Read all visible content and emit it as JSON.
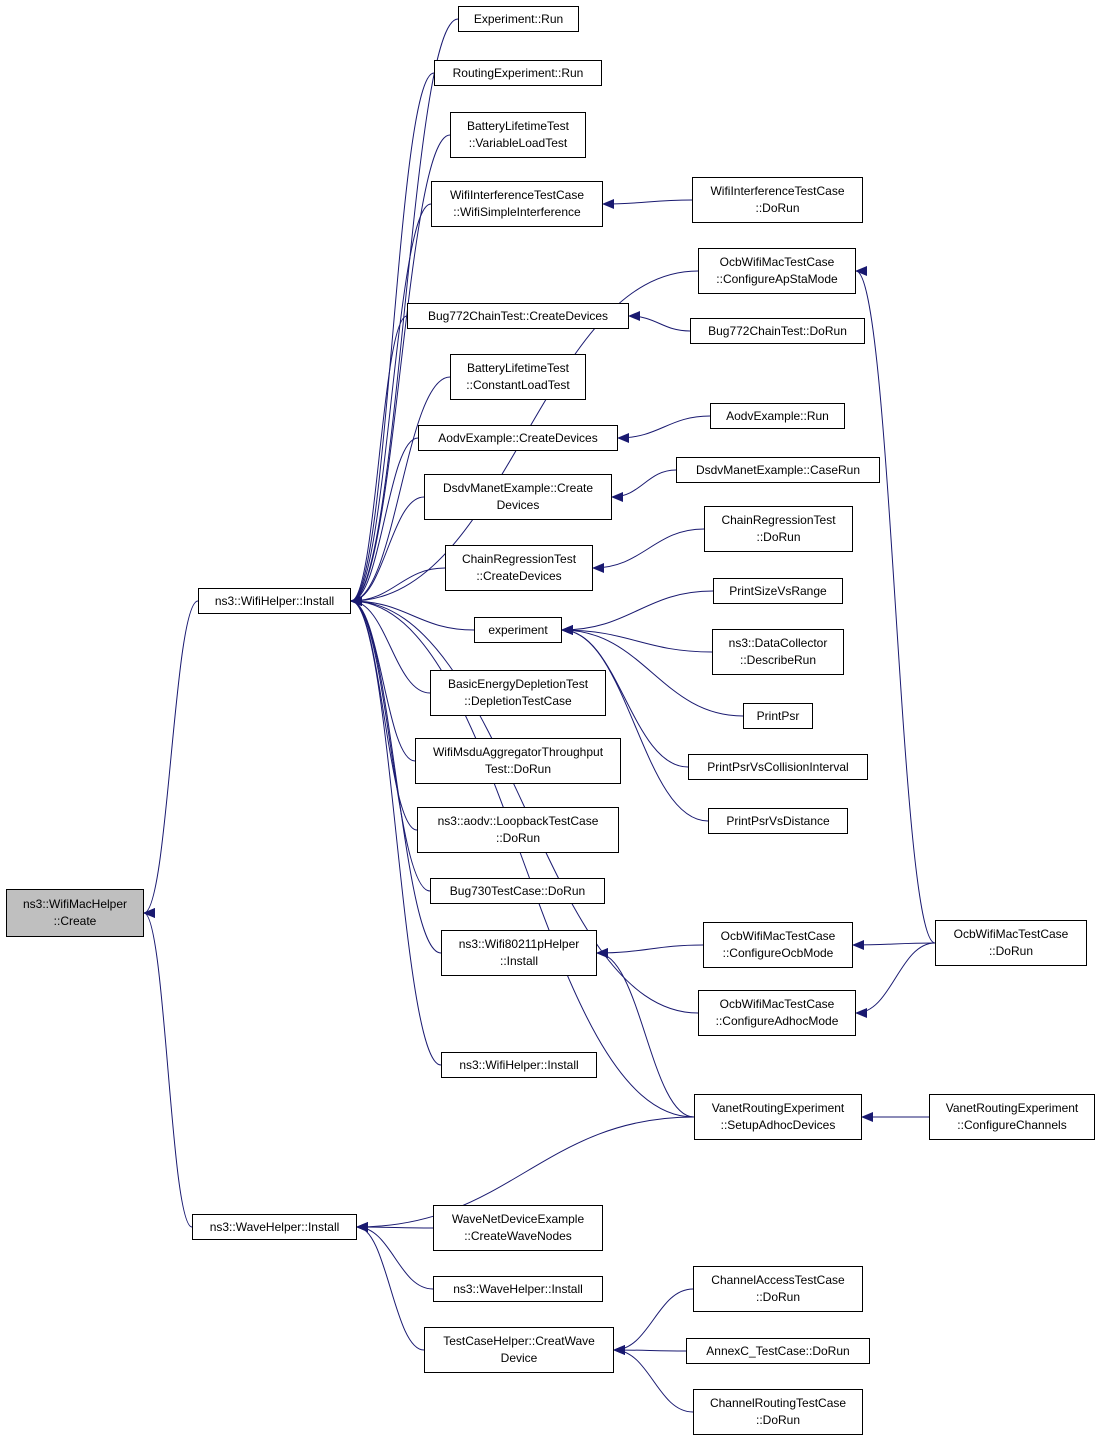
{
  "diagram": {
    "root": {
      "id": "root",
      "lines": [
        "ns3::WifiMacHelper",
        "::Create"
      ]
    },
    "nodes": [
      {
        "id": "wifihelper_install",
        "lines": [
          "ns3::WifiHelper::Install"
        ]
      },
      {
        "id": "wavehelper_install",
        "lines": [
          "ns3::WaveHelper::Install"
        ]
      },
      {
        "id": "experiment_run",
        "lines": [
          "Experiment::Run"
        ]
      },
      {
        "id": "routingexp_run",
        "lines": [
          "RoutingExperiment::Run"
        ]
      },
      {
        "id": "battery_variable",
        "lines": [
          "BatteryLifetimeTest",
          "::VariableLoadTest"
        ]
      },
      {
        "id": "wifiinterf_simple",
        "lines": [
          "WifiInterferenceTestCase",
          "::WifiSimpleInterference"
        ]
      },
      {
        "id": "wifiinterf_dorun",
        "lines": [
          "WifiInterferenceTestCase",
          "::DoRun"
        ]
      },
      {
        "id": "ocb_apsta",
        "lines": [
          "OcbWifiMacTestCase",
          "::ConfigureApStaMode"
        ]
      },
      {
        "id": "bug772_create",
        "lines": [
          "Bug772ChainTest::CreateDevices"
        ]
      },
      {
        "id": "bug772_dorun",
        "lines": [
          "Bug772ChainTest::DoRun"
        ]
      },
      {
        "id": "battery_constant",
        "lines": [
          "BatteryLifetimeTest",
          "::ConstantLoadTest"
        ]
      },
      {
        "id": "aodv_create",
        "lines": [
          "AodvExample::CreateDevices"
        ]
      },
      {
        "id": "aodv_run",
        "lines": [
          "AodvExample::Run"
        ]
      },
      {
        "id": "dsdv_create",
        "lines": [
          "DsdvManetExample::Create",
          "Devices"
        ]
      },
      {
        "id": "dsdv_caserun",
        "lines": [
          "DsdvManetExample::CaseRun"
        ]
      },
      {
        "id": "chain_create",
        "lines": [
          "ChainRegressionTest",
          "::CreateDevices"
        ]
      },
      {
        "id": "chain_dorun",
        "lines": [
          "ChainRegressionTest",
          "::DoRun"
        ]
      },
      {
        "id": "experiment",
        "lines": [
          "experiment"
        ]
      },
      {
        "id": "printsizevsrange",
        "lines": [
          "PrintSizeVsRange"
        ]
      },
      {
        "id": "datacollector",
        "lines": [
          "ns3::DataCollector",
          "::DescribeRun"
        ]
      },
      {
        "id": "printpsr",
        "lines": [
          "PrintPsr"
        ]
      },
      {
        "id": "printpsr_collision",
        "lines": [
          "PrintPsrVsCollisionInterval"
        ]
      },
      {
        "id": "printpsr_distance",
        "lines": [
          "PrintPsrVsDistance"
        ]
      },
      {
        "id": "basicenergy",
        "lines": [
          "BasicEnergyDepletionTest",
          "::DepletionTestCase"
        ]
      },
      {
        "id": "wifimsdu",
        "lines": [
          "WifiMsduAggregatorThroughput",
          "Test::DoRun"
        ]
      },
      {
        "id": "aodv_loopback",
        "lines": [
          "ns3::aodv::LoopbackTestCase",
          "::DoRun"
        ]
      },
      {
        "id": "bug730",
        "lines": [
          "Bug730TestCase::DoRun"
        ]
      },
      {
        "id": "wifi80211p",
        "lines": [
          "ns3::Wifi80211pHelper",
          "::Install"
        ]
      },
      {
        "id": "ocb_ocbmode",
        "lines": [
          "OcbWifiMacTestCase",
          "::ConfigureOcbMode"
        ]
      },
      {
        "id": "ocb_dorun",
        "lines": [
          "OcbWifiMacTestCase",
          "::DoRun"
        ]
      },
      {
        "id": "ocb_adhoc",
        "lines": [
          "OcbWifiMacTestCase",
          "::ConfigureAdhocMode"
        ]
      },
      {
        "id": "wifihelper_install2",
        "lines": [
          "ns3::WifiHelper::Install"
        ]
      },
      {
        "id": "vanet_setup",
        "lines": [
          "VanetRoutingExperiment",
          "::SetupAdhocDevices"
        ]
      },
      {
        "id": "vanet_configure",
        "lines": [
          "VanetRoutingExperiment",
          "::ConfigureChannels"
        ]
      },
      {
        "id": "wavenet_create",
        "lines": [
          "WaveNetDeviceExample",
          "::CreateWaveNodes"
        ]
      },
      {
        "id": "wavehelper_install2",
        "lines": [
          "ns3::WaveHelper::Install"
        ]
      },
      {
        "id": "testcase_creat",
        "lines": [
          "TestCaseHelper::CreatWave",
          "Device"
        ]
      },
      {
        "id": "channelaccess",
        "lines": [
          "ChannelAccessTestCase",
          "::DoRun"
        ]
      },
      {
        "id": "annexc",
        "lines": [
          "AnnexC_TestCase::DoRun"
        ]
      },
      {
        "id": "channelrouting",
        "lines": [
          "ChannelRoutingTestCase",
          "::DoRun"
        ]
      }
    ],
    "edges": [
      [
        "wifihelper_install",
        "root"
      ],
      [
        "wavehelper_install",
        "root"
      ],
      [
        "experiment_run",
        "wifihelper_install"
      ],
      [
        "routingexp_run",
        "wifihelper_install"
      ],
      [
        "battery_variable",
        "wifihelper_install"
      ],
      [
        "wifiinterf_simple",
        "wifihelper_install"
      ],
      [
        "ocb_apsta",
        "wifihelper_install"
      ],
      [
        "bug772_create",
        "wifihelper_install"
      ],
      [
        "battery_constant",
        "wifihelper_install"
      ],
      [
        "aodv_create",
        "wifihelper_install"
      ],
      [
        "dsdv_create",
        "wifihelper_install"
      ],
      [
        "chain_create",
        "wifihelper_install"
      ],
      [
        "experiment",
        "wifihelper_install"
      ],
      [
        "basicenergy",
        "wifihelper_install"
      ],
      [
        "wifimsdu",
        "wifihelper_install"
      ],
      [
        "aodv_loopback",
        "wifihelper_install"
      ],
      [
        "bug730",
        "wifihelper_install"
      ],
      [
        "wifi80211p",
        "wifihelper_install"
      ],
      [
        "ocb_adhoc",
        "wifihelper_install"
      ],
      [
        "wifihelper_install2",
        "wifihelper_install"
      ],
      [
        "vanet_setup",
        "wifihelper_install"
      ],
      [
        "wifiinterf_dorun",
        "wifiinterf_simple"
      ],
      [
        "ocb_dorun",
        "ocb_apsta"
      ],
      [
        "bug772_dorun",
        "bug772_create"
      ],
      [
        "aodv_run",
        "aodv_create"
      ],
      [
        "dsdv_caserun",
        "dsdv_create"
      ],
      [
        "chain_dorun",
        "chain_create"
      ],
      [
        "printsizevsrange",
        "experiment"
      ],
      [
        "datacollector",
        "experiment"
      ],
      [
        "printpsr",
        "experiment"
      ],
      [
        "printpsr_collision",
        "experiment"
      ],
      [
        "printpsr_distance",
        "experiment"
      ],
      [
        "ocb_ocbmode",
        "wifi80211p"
      ],
      [
        "vanet_setup",
        "wifi80211p"
      ],
      [
        "ocb_dorun",
        "ocb_ocbmode"
      ],
      [
        "ocb_dorun",
        "ocb_adhoc"
      ],
      [
        "vanet_configure",
        "vanet_setup"
      ],
      [
        "vanet_setup",
        "wavehelper_install"
      ],
      [
        "wavenet_create",
        "wavehelper_install"
      ],
      [
        "wavehelper_install2",
        "wavehelper_install"
      ],
      [
        "testcase_creat",
        "wavehelper_install"
      ],
      [
        "channelaccess",
        "testcase_creat"
      ],
      [
        "annexc",
        "testcase_creat"
      ],
      [
        "channelrouting",
        "testcase_creat"
      ]
    ],
    "colors": {
      "edge": "#191970",
      "node_border": "#000000",
      "root_fill": "#bfbfbf",
      "node_fill": "#ffffff"
    }
  }
}
